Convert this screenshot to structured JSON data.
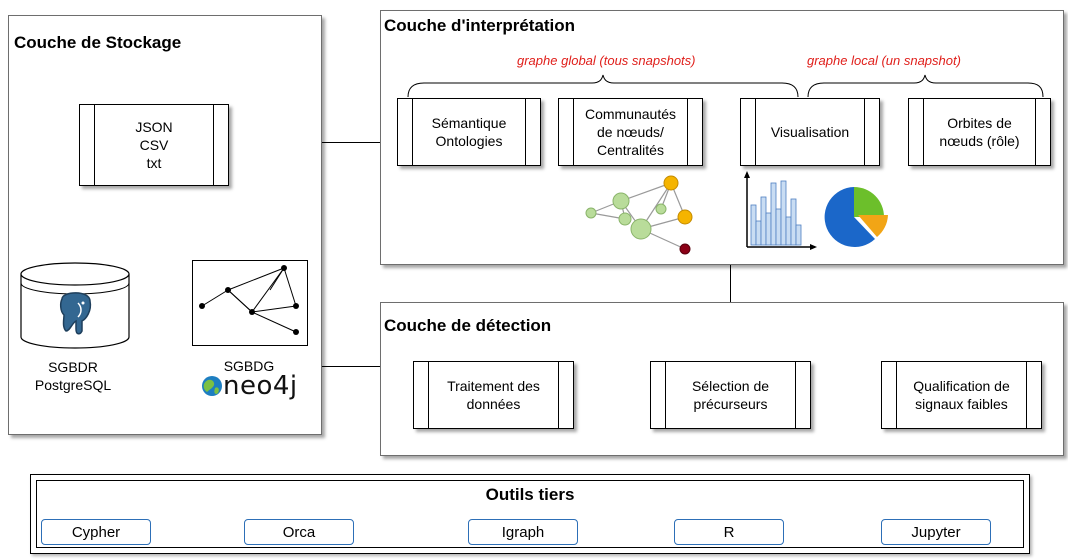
{
  "storage": {
    "title": "Couche de Stockage",
    "files_box": "JSON\nCSV\ntxt",
    "rdbms": {
      "caption": "SGBDR\nPostgreSQL"
    },
    "graphdb": {
      "caption": "SGBDG",
      "logo_text": "neo4j"
    }
  },
  "interpretation": {
    "title": "Couche d'interprétation",
    "global_label": "graphe global (tous snapshots)",
    "local_label": "graphe local (un snapshot)",
    "boxes": [
      "Sémantique\nOntologies",
      "Communautés\nde nœuds/\nCentralités",
      "Visualisation",
      "Orbites de\nnœuds (rôle)"
    ]
  },
  "detection": {
    "title": "Couche de détection",
    "boxes": [
      "Traitement des\ndonnées",
      "Sélection de\nprécurseurs",
      "Qualification de\nsignaux faibles"
    ]
  },
  "tools": {
    "title": "Outils tiers",
    "items": [
      "Cypher",
      "Orca",
      "Igraph",
      "R",
      "Jupyter"
    ]
  },
  "colors": {
    "red_label": "#e0201c",
    "tool_border": "#2d6fb7",
    "node_green": "#b9dc9a",
    "node_orange": "#f5b400",
    "node_dark_red": "#8b0016",
    "pie_blue": "#1b67c9",
    "pie_green": "#6cbf2b",
    "pie_orange": "#f2a516",
    "histogram_fill": "#c9ddf3",
    "histogram_stroke": "#4f7fc1"
  }
}
